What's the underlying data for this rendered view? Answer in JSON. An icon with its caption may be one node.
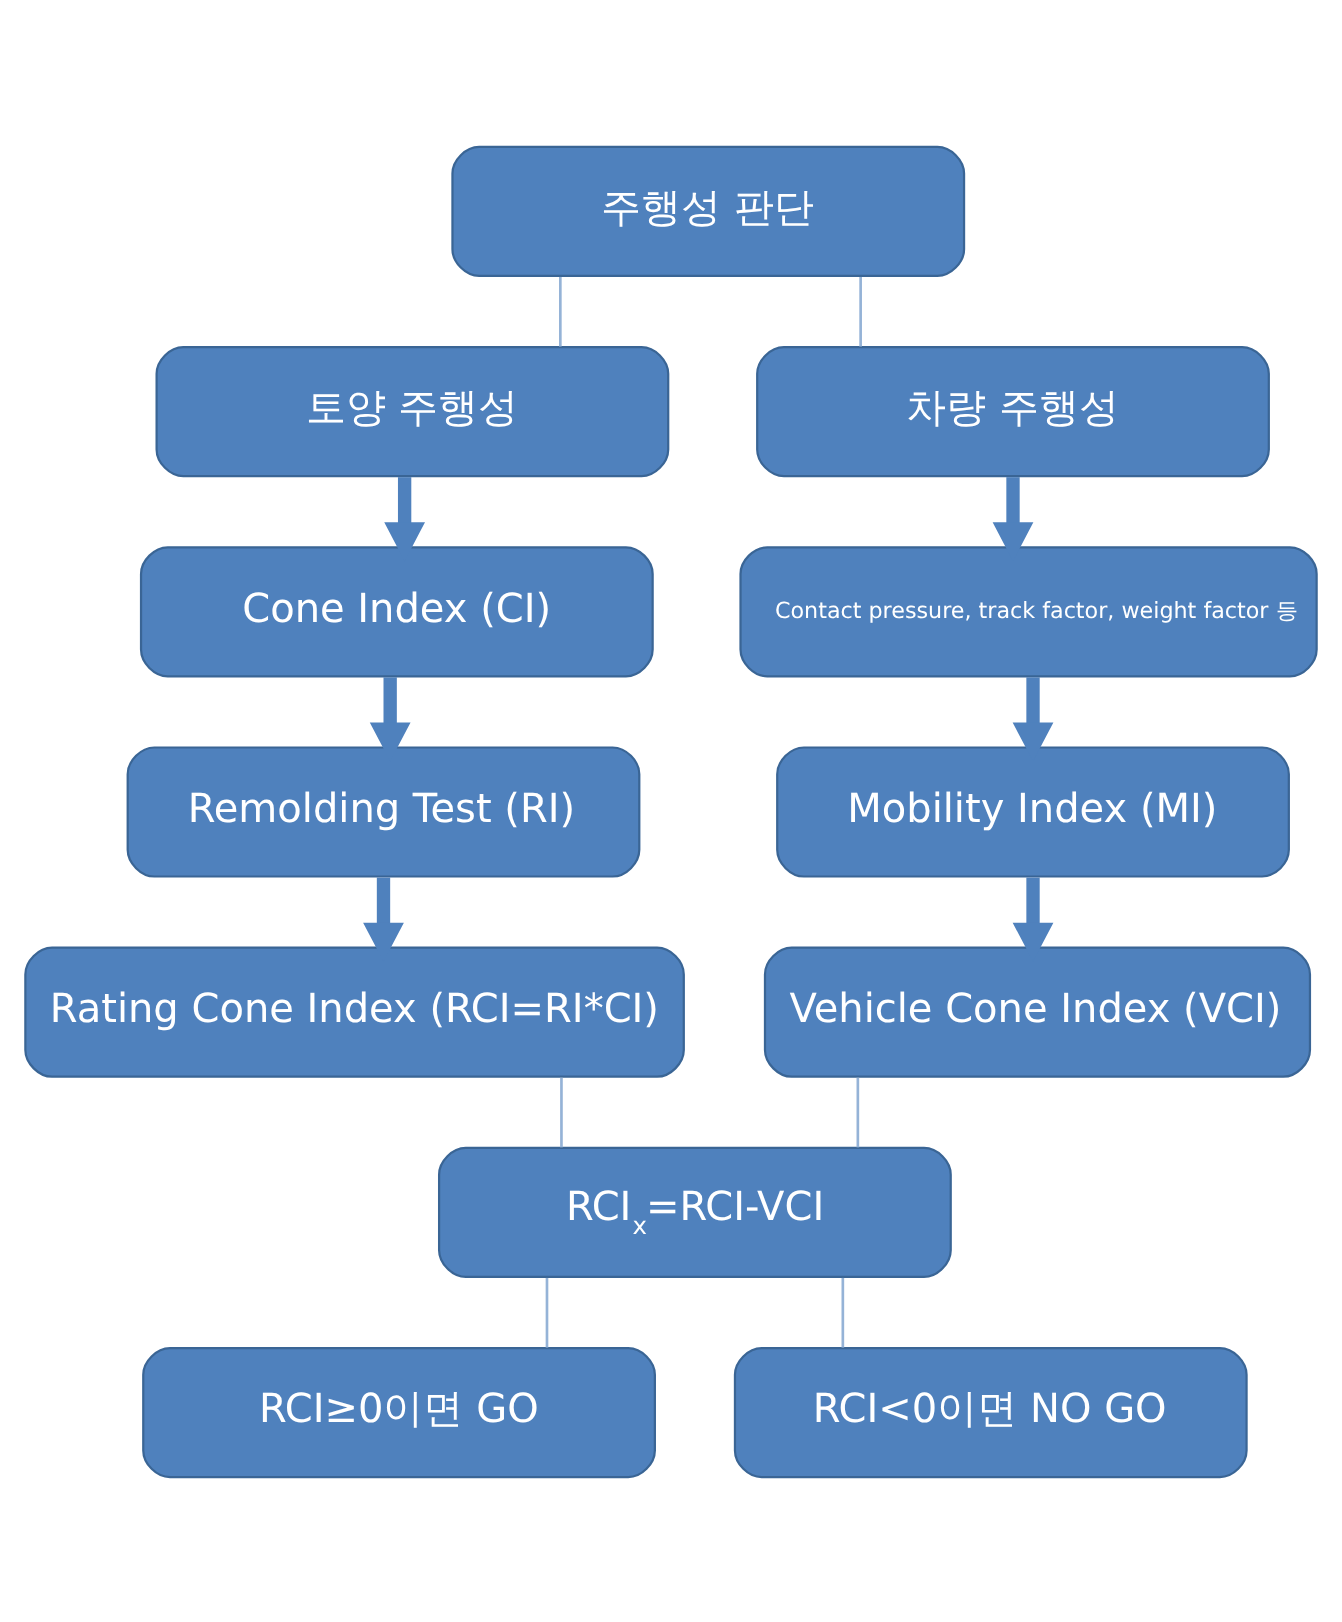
{
  "diagram": {
    "nodes": [
      {
        "text": [
          "주행성 판단"
        ]
      },
      {
        "text": [
          "토양 주행성"
        ]
      },
      {
        "text": [
          "차량 주행성"
        ]
      },
      {
        "text": [
          "Cone Index (CI)"
        ]
      },
      {
        "text": [
          "Contact pressure, track factor, weight factor 등"
        ]
      },
      {
        "text": [
          "Remolding Test (RI)"
        ]
      },
      {
        "text": [
          "Mobility Index (MI)"
        ]
      },
      {
        "text": [
          "Rating Cone Index (RCI=RI*CI)"
        ]
      },
      {
        "text": [
          "Vehicle Cone Index (VCI)"
        ]
      },
      {
        "text": [
          "RCI$_{x}$=RCI-VCI"
        ]
      },
      {
        "text": [
          "RCI≥0이면 GO"
        ]
      },
      {
        "text": [
          "RCI<0이면 NO GO"
        ]
      }
    ],
    "edges": [
      {
        "from": 0,
        "to": 1,
        "arrow": "none"
      },
      {
        "from": 0,
        "to": 2,
        "arrow": "none"
      },
      {
        "from": 1,
        "to": 3,
        "arrow": "to",
        "style": "thick",
        "color": "#4f81bd"
      },
      {
        "from": 2,
        "to": 4,
        "arrow": "to",
        "style": "thick",
        "color": "#4f81bd"
      },
      {
        "from": 3,
        "to": 5,
        "arrow": "to",
        "style": "thick",
        "color": "#4f81bd"
      },
      {
        "from": 4,
        "to": 6,
        "arrow": "to",
        "style": "thick",
        "color": "#4f81bd"
      },
      {
        "from": 5,
        "to": 7,
        "arrow": "to",
        "style": "thick",
        "color": "#4f81bd"
      },
      {
        "from": 6,
        "to": 8,
        "arrow": "to",
        "style": "thick",
        "color": "#4f81bd"
      },
      {
        "from": 7,
        "to": 9,
        "arrow": "none"
      },
      {
        "from": 8,
        "to": 9,
        "arrow": "none"
      },
      {
        "from": 9,
        "to": 10,
        "arrow": "none"
      },
      {
        "from": 9,
        "to": 11,
        "arrow": "none"
      }
    ]
  }
}
